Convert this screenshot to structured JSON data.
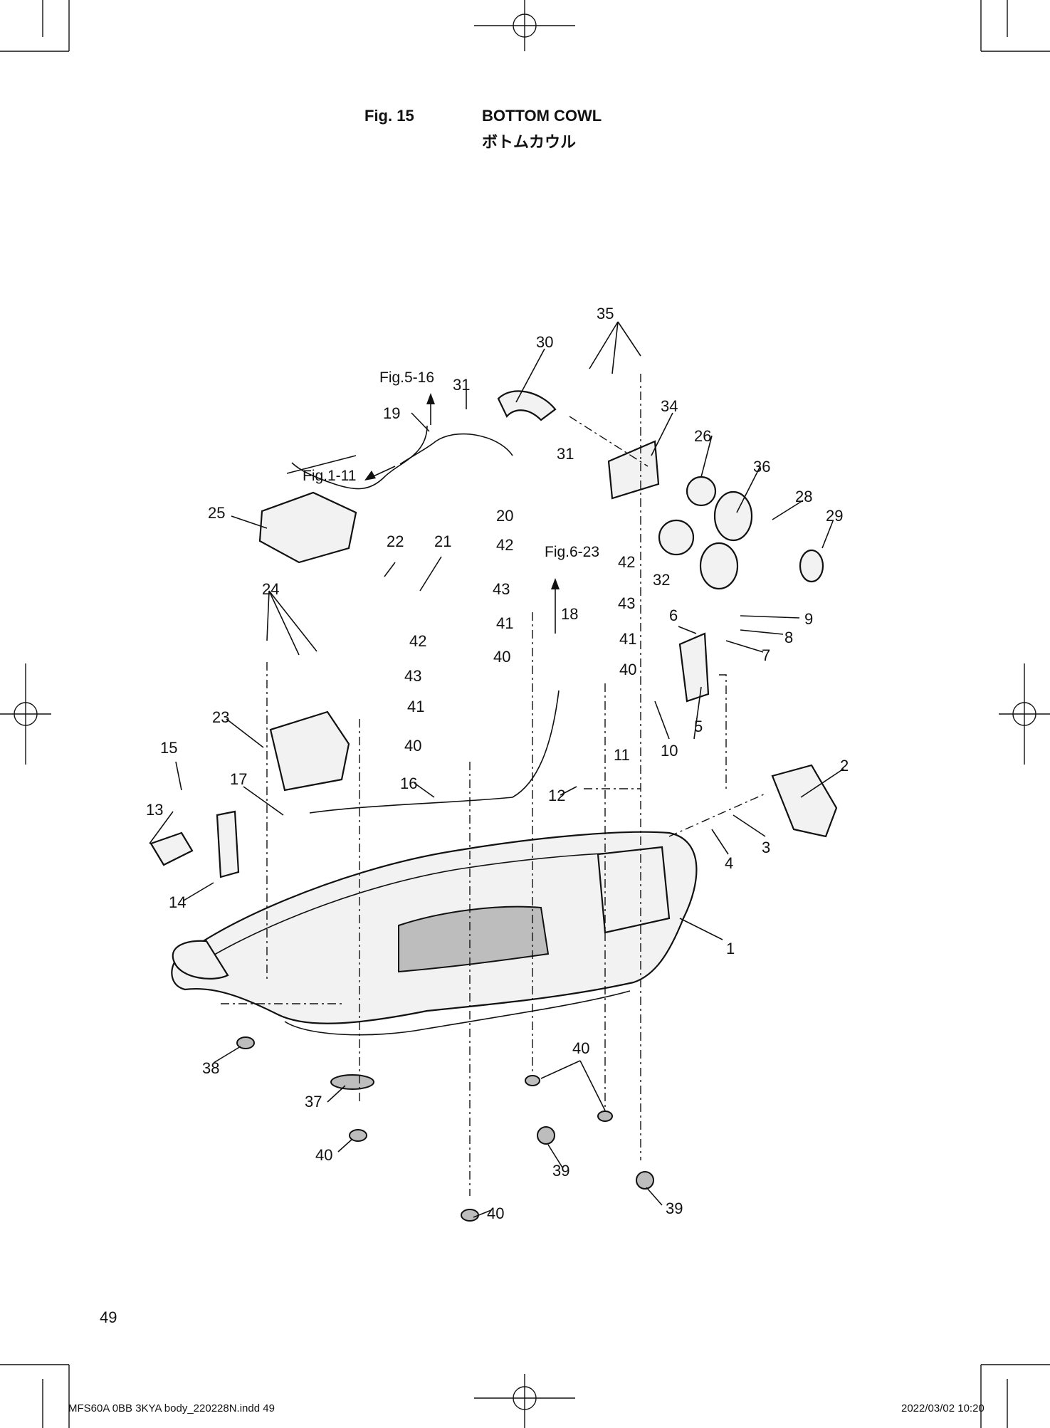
{
  "header": {
    "fig_number": "Fig. 15",
    "title": "BOTTOM COWL",
    "title_jp": "ボトムカウル"
  },
  "references": {
    "fig_5_16": "Fig.5-16",
    "fig_1_11": "Fig.1-11",
    "fig_6_23": "Fig.6-23"
  },
  "callouts": {
    "c1": "1",
    "c2": "2",
    "c3": "3",
    "c4": "4",
    "c5": "5",
    "c6": "6",
    "c7": "7",
    "c8": "8",
    "c9": "9",
    "c10": "10",
    "c11": "11",
    "c12": "12",
    "c13": "13",
    "c14": "14",
    "c15": "15",
    "c16": "16",
    "c17": "17",
    "c18": "18",
    "c19": "19",
    "c20": "20",
    "c21": "21",
    "c22": "22",
    "c23": "23",
    "c24": "24",
    "c25": "25",
    "c26": "26",
    "c28": "28",
    "c29": "29",
    "c30": "30",
    "c31": "31",
    "c32": "32",
    "c34": "34",
    "c35": "35",
    "c36": "36",
    "c37": "37",
    "c38": "38",
    "c39": "39",
    "c40": "40",
    "c41": "41",
    "c42": "42",
    "c43": "43"
  },
  "page_number": "49",
  "footer": {
    "file": "MFS60A 0BB 3KYA body_220228N.indd   49",
    "timestamp": "2022/03/02   10:20"
  }
}
